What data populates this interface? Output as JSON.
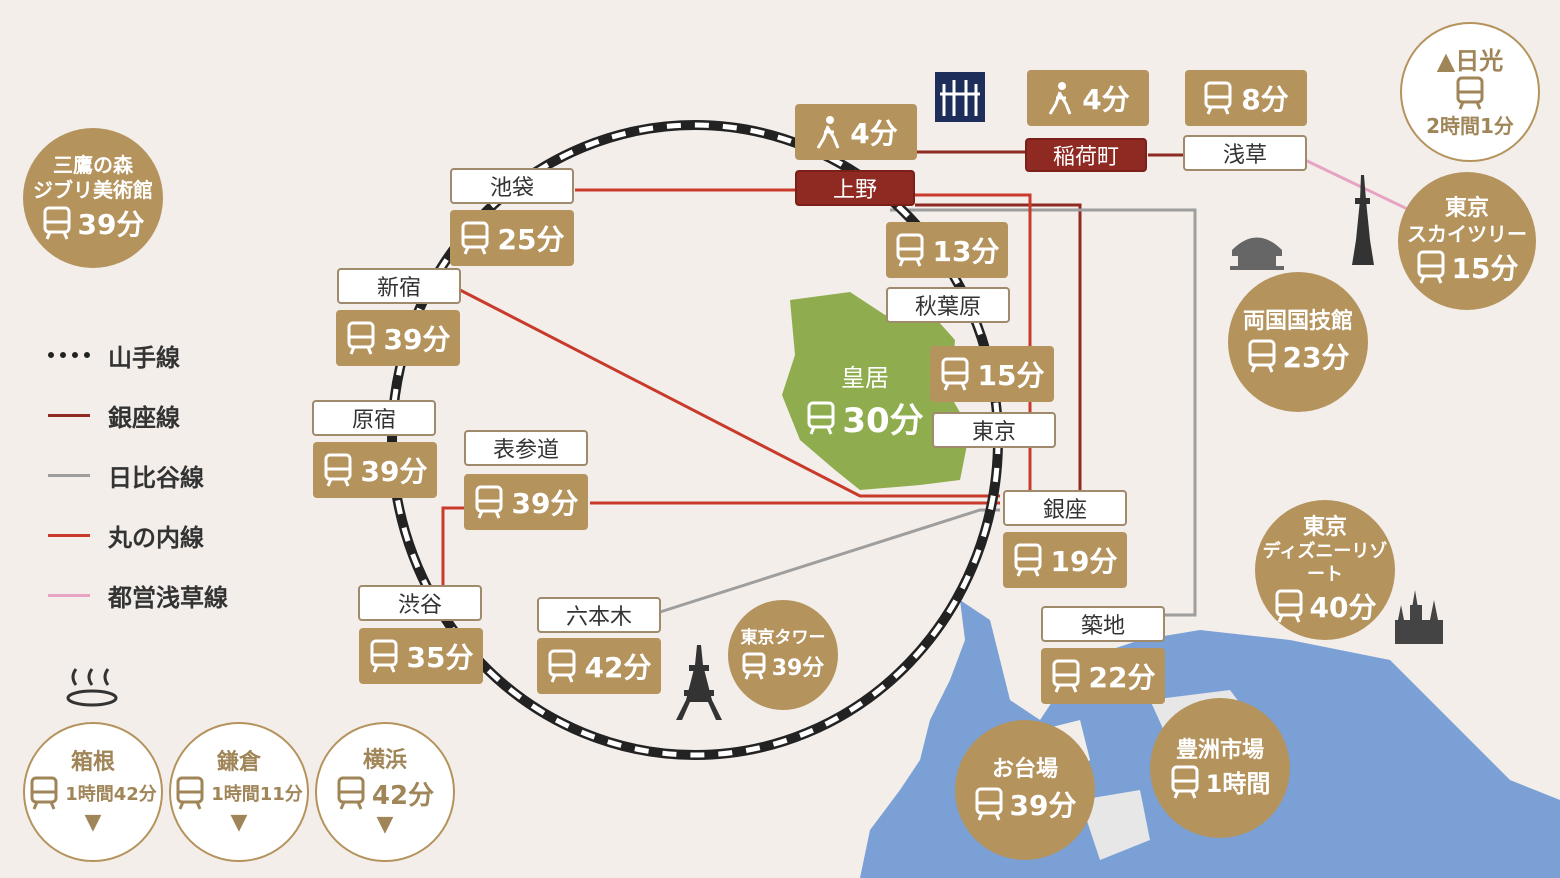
{
  "stations": {
    "ikebukuro": "池袋",
    "ueno": "上野",
    "inaricho": "稲荷町",
    "asakusa": "浅草",
    "shinjuku": "新宿",
    "akihabara": "秋葉原",
    "harajuku": "原宿",
    "omotesando": "表参道",
    "tokyo": "東京",
    "ginza": "銀座",
    "shibuya": "渋谷",
    "roppongi": "六本木",
    "tsukiji": "築地"
  },
  "times": {
    "ueno_walk": "4分",
    "inaricho_walk": "4分",
    "asakusa": "8分",
    "ikebukuro": "25分",
    "akihabara": "13分",
    "shinjuku": "39分",
    "tokyo": "15分",
    "harajuku": "39分",
    "omotesando": "39分",
    "ginza": "19分",
    "shibuya": "35分",
    "roppongi": "42分",
    "tsukiji": "22分"
  },
  "palace": {
    "label": "皇居",
    "time": "30分"
  },
  "destinations": {
    "ghibli": {
      "label1": "三鷹の森",
      "label2": "ジブリ美術館",
      "time": "39分"
    },
    "nikko": {
      "label": "▲日光",
      "time": "2時間1分"
    },
    "skytree": {
      "label1": "東京",
      "label2": "スカイツリー",
      "time": "15分"
    },
    "ryogoku": {
      "label": "両国国技館",
      "time": "23分"
    },
    "disney": {
      "label1": "東京",
      "label2": "ディズニーリゾート",
      "time": "40分"
    },
    "tower": {
      "label": "東京タワー",
      "time": "39分"
    },
    "odaiba": {
      "label": "お台場",
      "time": "39分"
    },
    "toyosu": {
      "label": "豊洲市場",
      "time": "1時間"
    },
    "hakone": {
      "label": "箱根",
      "time": "1時間42分"
    },
    "kamakura": {
      "label": "鎌倉",
      "time": "1時間11分"
    },
    "yokohama": {
      "label": "横浜",
      "time": "42分"
    }
  },
  "legend": [
    {
      "label": "山手線",
      "color": "#222222"
    },
    {
      "label": "銀座線",
      "color": "#8e2a22"
    },
    {
      "label": "日比谷線",
      "color": "#9e9e9e"
    },
    {
      "label": "丸の内線",
      "color": "#c83a2a"
    },
    {
      "label": "都営浅草線",
      "color": "#e7a3c2"
    }
  ],
  "colors": {
    "gold": "#b4935d",
    "water": "#7aa0d6",
    "palace": "#8fad4e",
    "dark_red": "#8e2a22",
    "navy": "#1d2e5a"
  }
}
